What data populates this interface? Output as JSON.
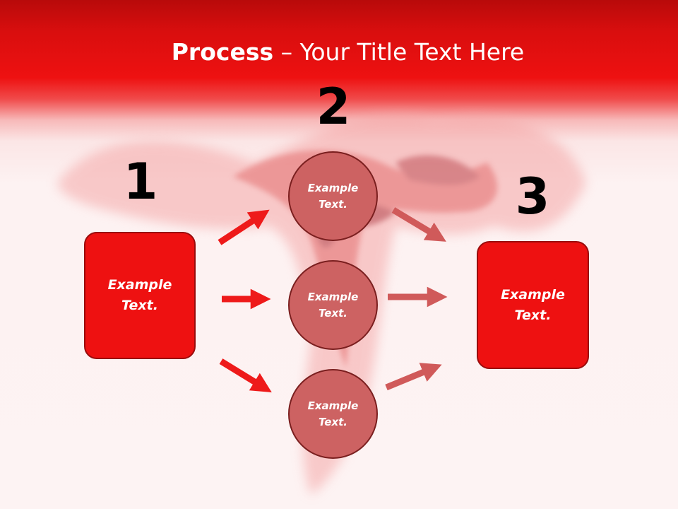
{
  "title": {
    "bold": "Process",
    "rest": " – Your Title Text Here"
  },
  "steps": [
    {
      "number": "1",
      "box_text": "Example Text."
    },
    {
      "number": "2",
      "circles": [
        "Example Text.",
        "Example Text.",
        "Example Text."
      ]
    },
    {
      "number": "3",
      "box_text": "Example Text."
    }
  ],
  "colors": {
    "accent": "#ee1111",
    "circle_fill": "#cd6262",
    "arrow_bright": "#ee1a1a",
    "arrow_muted": "#d05a5a"
  }
}
